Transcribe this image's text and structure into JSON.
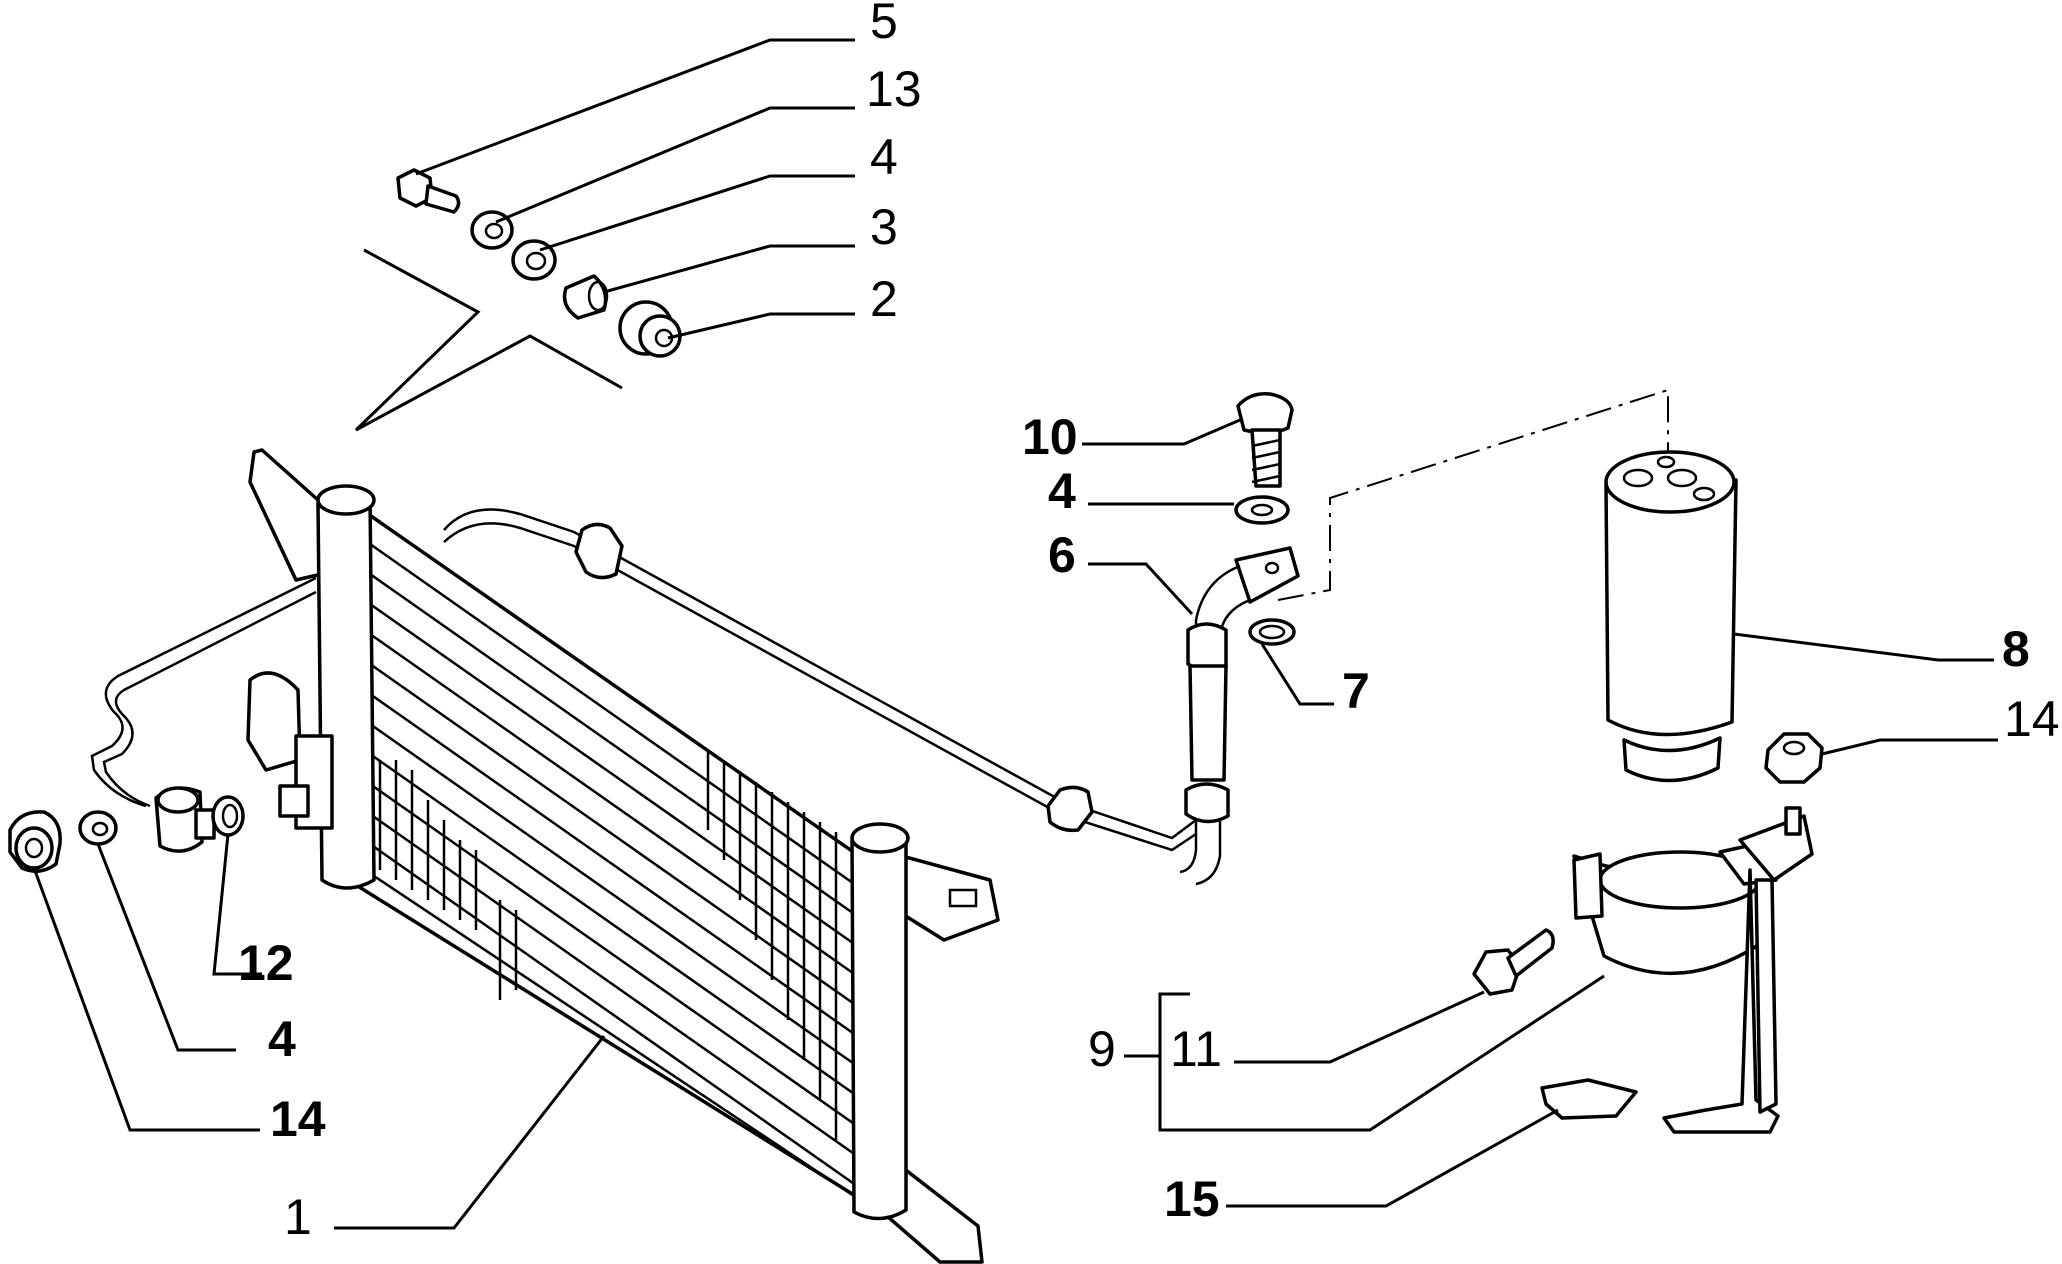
{
  "callouts": {
    "c5": "5",
    "c13": "13",
    "c4_top": "4",
    "c3": "3",
    "c2": "2",
    "c10": "10",
    "c4_mid": "4",
    "c6": "6",
    "c7": "7",
    "c8": "8",
    "c14_right": "14",
    "c12": "12",
    "c4_left": "4",
    "c14_left": "14",
    "c1": "1",
    "c9": "9",
    "c11": "11",
    "c15": "15"
  }
}
